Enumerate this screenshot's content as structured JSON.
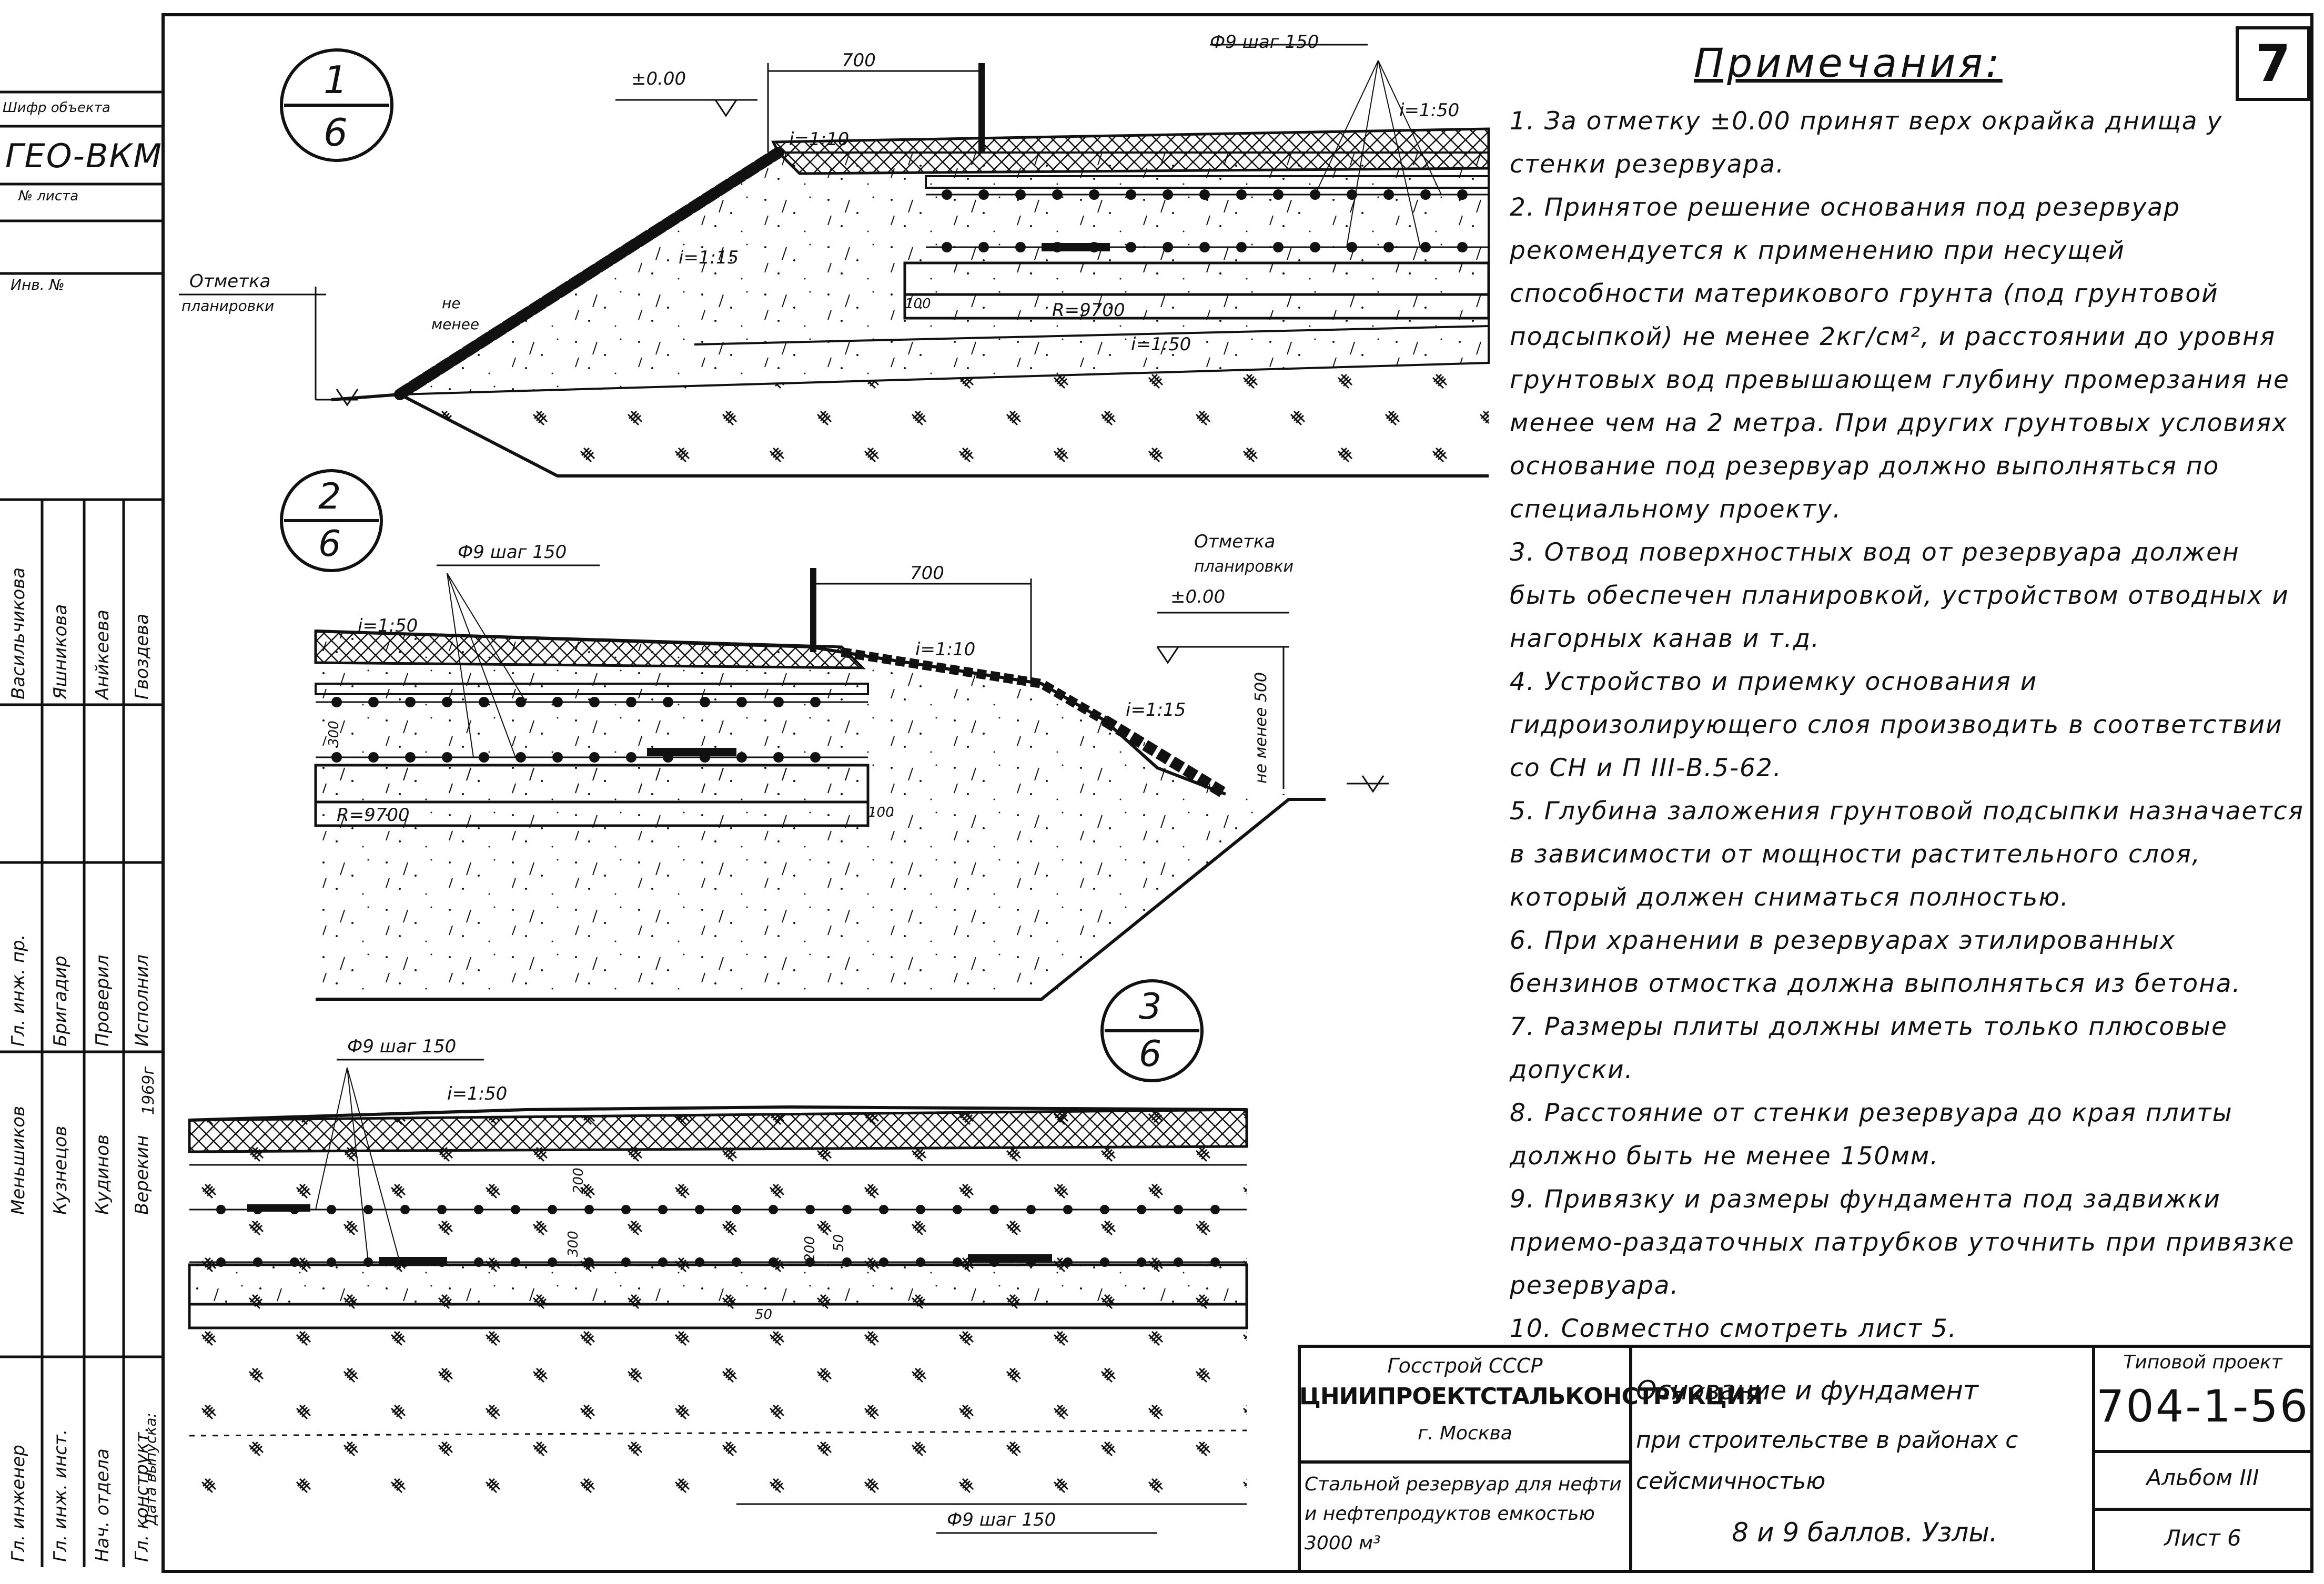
{
  "sheet_number": "7",
  "notes_title": "Примечания:",
  "notes": [
    "1. За отметку ±0.00 принят верх окрайка днища у стенки резервуара.",
    "2. Принятое решение основания под резервуар рекомендуется к применению при несущей способности материкового грунта (под грунтовой подсыпкой) не менее 2кг/см², и расстоянии до уровня грунтовых вод превышающем глубину промерзания не менее чем на 2 метра. При других грунтовых условиях основание под резервуар должно выполняться по специальному проекту.",
    "3. Отвод поверхностных вод от резервуара должен быть обеспечен планировкой, устройством отводных и нагорных канав и т.д.",
    "4. Устройство и приемку основания и гидроизолирующего слоя производить в соответствии со СН и П III-В.5-62.",
    "5. Глубина заложения грунтовой подсыпки назначается в зависимости от мощности растительного слоя, который должен сниматься полностью.",
    "6. При хранении в резервуарах этилированных бензинов отмостка должна выполняться из бетона.",
    "7. Размеры плиты должны иметь только плюсовые допуски.",
    "8. Расстояние от стенки резервуара до края плиты должно быть не менее 150мм.",
    "9. Привязку и размеры фундамента под задвижки приемо-раздаточных патрубков уточнить при привязке резервуара.",
    "10. Совместно смотреть лист 5."
  ],
  "title_block": {
    "org_top": "Госстрой СССР",
    "org_name": "ЦНИИПРОЕКТСТАЛЬКОНСТРУКЦИЯ",
    "org_city": "г. Москва",
    "object_desc": "Стальной резервуар для нефти и нефтепродуктов емкостью 3000 м³",
    "sheet_title_1": "Основание и фундамент",
    "sheet_title_2": "при строительстве в районах с сейсмичностью",
    "sheet_title_3": "8 и 9 баллов. Узлы.",
    "project_label": "Типовой проект",
    "project_code": "704-1-56",
    "album": "Альбом III",
    "sheet": "Лист 6"
  },
  "left_stamp": {
    "object_label": "Шифр объекта",
    "object_code": "ГЕО-ВКМ",
    "sheet_label": "№ листа",
    "inv_label": "Инв. №",
    "role_1": "Гл. инж. пр.",
    "role_2": "Бригадир",
    "role_3": "Проверил",
    "role_4": "Исполнил",
    "people_1": "Меньшиков",
    "people_2": "Кузнецов",
    "people_3": "Кудинов",
    "people_4": "Верекин",
    "year": "1969г",
    "role_a": "Гл. инженер",
    "role_b": "Гл. инж. инст.",
    "role_c": "Нач. отдела",
    "role_d": "Гл. конструкт.",
    "release": "Дата выпуска:",
    "names_top": "Васильчикова",
    "names_top2": "Яшникова",
    "names_top3": "Анйкеева",
    "names_top4": "Гвоздева"
  },
  "details": {
    "d1_num": "1",
    "d1_sheet": "6",
    "d2_num": "2",
    "d2_sheet": "6",
    "d3_num": "3",
    "d3_sheet": "6",
    "elev_zero": "±0.00",
    "dim_700": "700",
    "rebar": "Ф9 шаг 150",
    "slope_150": "i=1:50",
    "slope_110": "i=1:10",
    "slope_115": "i=1:15",
    "ground_mark_1": "Отметка",
    "ground_mark_2": "планировки",
    "not_less_1": "не",
    "not_less_2": "менее",
    "not_less_500": "не менее 500",
    "dim_100": "100",
    "dim_300": "300",
    "dim_200": "200",
    "dim_50": "50",
    "radius": "R=9700"
  }
}
